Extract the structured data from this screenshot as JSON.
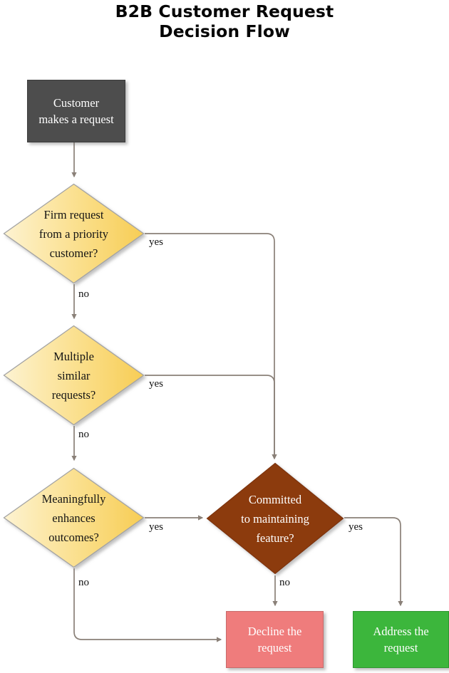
{
  "title": {
    "line1": "B2B Customer Request",
    "line2": "Decision Flow"
  },
  "colors": {
    "start_fill": "#4d4d4d",
    "decision_fill_light": "#fdf0c4",
    "decision_fill_dark": "#f8cf56",
    "committed_fill": "#8c3a11",
    "decline_fill": "#ef7c7c",
    "address_fill": "#3cb63c",
    "edge_stroke": "#8a8078",
    "title_color": "#050505"
  },
  "nodes": {
    "start": {
      "label": "Customer\nmakes a request",
      "shape": "rectangle"
    },
    "firm_request": {
      "label": "Firm request\nfrom a priority\ncustomer?",
      "shape": "diamond"
    },
    "multiple_similar": {
      "label": "Multiple\nsimilar\nrequests?",
      "shape": "diamond"
    },
    "meaningfully_enhances": {
      "label": "Meaningfully\nenhances\noutcomes?",
      "shape": "diamond"
    },
    "committed": {
      "label": "Committed\nto maintaining\nfeature?",
      "shape": "diamond"
    },
    "decline": {
      "label": "Decline the\nrequest",
      "shape": "rectangle"
    },
    "address": {
      "label": "Address the\nrequest",
      "shape": "rectangle"
    }
  },
  "edge_labels": {
    "firm_yes": "yes",
    "firm_no": "no",
    "multiple_yes": "yes",
    "multiple_no": "no",
    "meaningfully_yes": "yes",
    "meaningfully_no": "no",
    "committed_yes": "yes",
    "committed_no": "no"
  },
  "edges": [
    {
      "from": "start",
      "to": "firm_request",
      "label": ""
    },
    {
      "from": "firm_request",
      "to": "committed",
      "label": "yes"
    },
    {
      "from": "firm_request",
      "to": "multiple_similar",
      "label": "no"
    },
    {
      "from": "multiple_similar",
      "to": "committed",
      "label": "yes"
    },
    {
      "from": "multiple_similar",
      "to": "meaningfully_enhances",
      "label": "no"
    },
    {
      "from": "meaningfully_enhances",
      "to": "committed",
      "label": "yes"
    },
    {
      "from": "meaningfully_enhances",
      "to": "decline",
      "label": "no"
    },
    {
      "from": "committed",
      "to": "address",
      "label": "yes"
    },
    {
      "from": "committed",
      "to": "decline",
      "label": "no"
    }
  ]
}
